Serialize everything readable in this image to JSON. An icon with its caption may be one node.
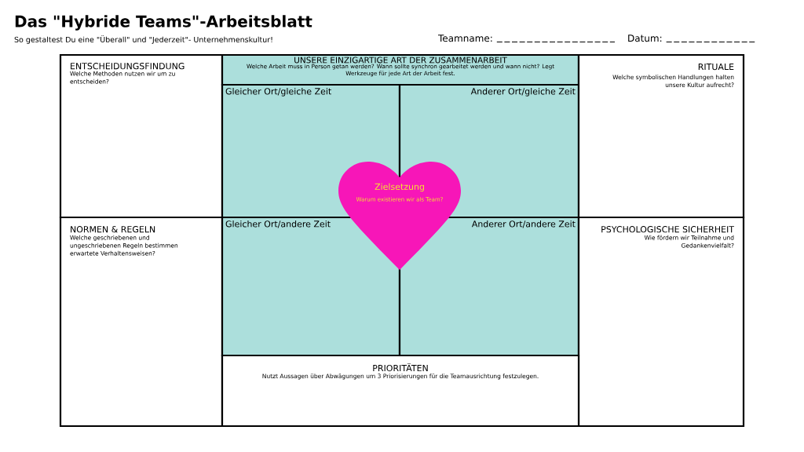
{
  "diagram": {
    "title": "Das \"Hybride Teams\"-Arbeitsblatt",
    "nodes": [
      {
        "text": [
          "ENTSCHEIDUNGSFINDUNG",
          "Welche Methoden nutzen wir um zu entscheiden?"
        ]
      },
      {
        "text": [
          "UNSERE EINZIGARTIGE ART DER ZUSAMMENARBEIT",
          "Welche Arbeit muss in Person getan werden? Wann sollte synchron gearbeitet werden und wann nicht? Legt Werkzeuge für jede Art der Arbeit fest."
        ]
      },
      {
        "text": [
          "Gleicher Ort/gleiche Zeit"
        ]
      },
      {
        "text": [
          "Anderer Ort/gleiche Zeit"
        ]
      },
      {
        "text": [
          "RITUALE",
          "Welche symbolischen Handlungen halten unsere Kultur aufrecht?"
        ]
      },
      {
        "text": [
          "NORMEN & REGELN",
          "Welche geschriebenen und ungeschriebenen Regeln bestimmen erwartete Verhaltensweisen?"
        ]
      },
      {
        "text": [
          "Gleicher Ort/andere Zeit"
        ]
      },
      {
        "text": [
          "Zielsetzung",
          "Warum existieren wir als Team?"
        ]
      },
      {
        "text": [
          "Anderer Ort/andere Zeit"
        ]
      },
      {
        "text": [
          "PSYCHOLOGISCHE SICHERHEIT",
          "Wie fördern wir Teilnahme und Gedankenvielfalt?"
        ]
      },
      {
        "text": [
          "PRIORITÄTEN",
          "Nutzt Aussagen über Abwägungen um 3 Priorisierungen für die Teamausrichtung festzulegen."
        ]
      }
    ],
    "labels": [
      "So gestaltest Du eine \"Überall\" und \"Jederzeit\"- Unternehmenskultur!",
      "Teamname:",
      "Datum:"
    ]
  }
}
